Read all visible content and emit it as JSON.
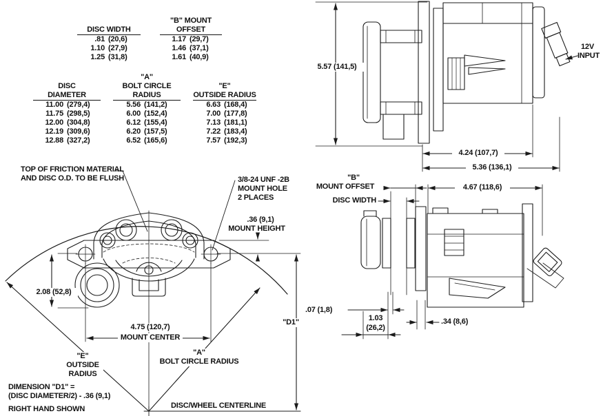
{
  "tables": {
    "width_offset": {
      "col1_header": "DISC WIDTH",
      "col2_header": "\"B\" MOUNT OFFSET",
      "rows": [
        [
          ".81",
          "(20,6)",
          "1.17",
          "(29,7)"
        ],
        [
          "1.10",
          "(27,9)",
          "1.46",
          "(37,1)"
        ],
        [
          "1.25",
          "(31,8)",
          "1.61",
          "(40,9)"
        ]
      ]
    },
    "radius": {
      "h1a": "DISC",
      "h1b": "DIAMETER",
      "h2a": "\"A\"",
      "h2b": "BOLT CIRCLE RADIUS",
      "h3a": "\"E\"",
      "h3b": "OUTSIDE RADIUS",
      "rows": [
        [
          "11.00",
          "(279,4)",
          "5.56",
          "(141,2)",
          "6.63",
          "(168,4)"
        ],
        [
          "11.75",
          "(298,5)",
          "6.00",
          "(152,4)",
          "7.00",
          "(177,8)"
        ],
        [
          "12.00",
          "(304,8)",
          "6.12",
          "(155,4)",
          "7.13",
          "(181,1)"
        ],
        [
          "12.19",
          "(309,6)",
          "6.20",
          "(157,5)",
          "7.22",
          "(183,4)"
        ],
        [
          "12.88",
          "(327,2)",
          "6.52",
          "(165,6)",
          "7.57",
          "(192,3)"
        ]
      ]
    }
  },
  "front_view": {
    "friction_note_1": "TOP OF FRICTION MATERIAL",
    "friction_note_2": "AND DISC O.D. TO BE FLUSH",
    "mount_hole_1": "3/8-24 UNF -2B",
    "mount_hole_2": "MOUNT HOLE",
    "mount_hole_3": "2 PLACES",
    "mount_height_1": ".36 (9,1)",
    "mount_height_2": "MOUNT HEIGHT",
    "dim_height": "2.08 (52,8)",
    "dim_mount_center_1": "4.75 (120,7)",
    "dim_mount_center_2": "MOUNT CENTER",
    "dim_d1": "\"D1\"",
    "e_1": "\"E\"",
    "e_2": "OUTSIDE",
    "e_3": "RADIUS",
    "a_1": "\"A\"",
    "a_2": "BOLT CIRCLE RADIUS"
  },
  "top_side_view": {
    "dim_height": "5.57 (141,5)",
    "dim_mount_face": "4.24 (107,7)",
    "dim_overall": "5.36 (136,1)",
    "input_1": "12V",
    "input_2": "INPUT"
  },
  "bottom_side_view": {
    "b_1": "\"B\"",
    "b_2": "MOUNT OFFSET",
    "disc_width": "DISC WIDTH",
    "dim_overall": "4.67 (118,6)",
    "dim_pad": ".07 (1,8)",
    "dim_body_1": "1.03",
    "dim_body_2": "(26,2)",
    "dim_plate": ".34 (8,6)"
  },
  "notes": {
    "d1_formula_1": "DIMENSION \"D1\" =",
    "d1_formula_2": "(DISC DIAMETER/2) - .36 (9,1)",
    "hand": "RIGHT HAND SHOWN",
    "centerline": "DISC/WHEEL CENTERLINE"
  }
}
